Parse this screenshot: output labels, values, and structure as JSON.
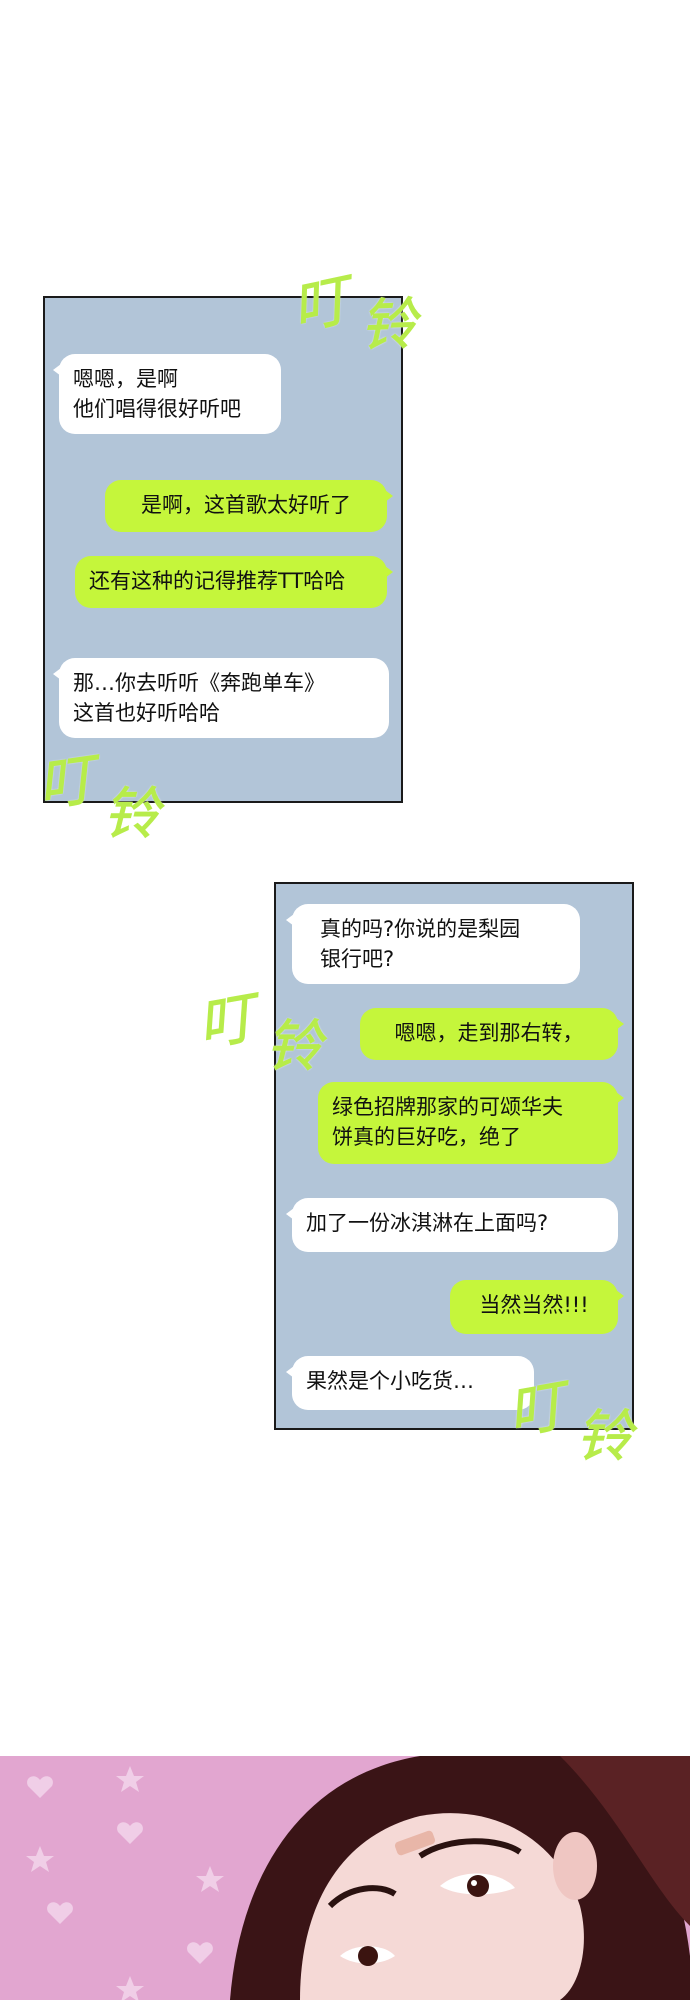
{
  "panel_1": {
    "messages": [
      {
        "side": "received",
        "text": "嗯嗯，是啊\n他们唱得很好听吧"
      },
      {
        "side": "sent",
        "text": "是啊，这首歌太好听了"
      },
      {
        "side": "sent",
        "text": "还有这种的记得推荐TT哈哈"
      },
      {
        "side": "received",
        "text": "那…你去听听《奔跑单车》\n这首也好听哈哈"
      }
    ]
  },
  "panel_2": {
    "messages": [
      {
        "side": "received",
        "text": "真的吗?你说的是梨园\n银行吧?"
      },
      {
        "side": "sent",
        "text": "嗯嗯，走到那右转，"
      },
      {
        "side": "sent",
        "text": "绿色招牌那家的可颂华夫\n饼真的巨好吃，绝了"
      },
      {
        "side": "received",
        "text": "加了一份冰淇淋在上面吗?"
      },
      {
        "side": "sent",
        "text": "当然当然!!!"
      },
      {
        "side": "received",
        "text": "果然是个小吃货…"
      }
    ]
  },
  "sound_effects": [
    {
      "char1": "叮",
      "char2": "铃"
    },
    {
      "char1": "叮",
      "char2": "铃"
    },
    {
      "char1": "叮",
      "char2": "铃"
    },
    {
      "char1": "叮",
      "char2": "铃"
    }
  ],
  "colors": {
    "panel_bg": "#b2c5d8",
    "sent_bubble": "#c5f63b",
    "received_bubble": "#ffffff",
    "sfx": "#b7ec4a",
    "illustration_bg": "#e2a6d0"
  }
}
